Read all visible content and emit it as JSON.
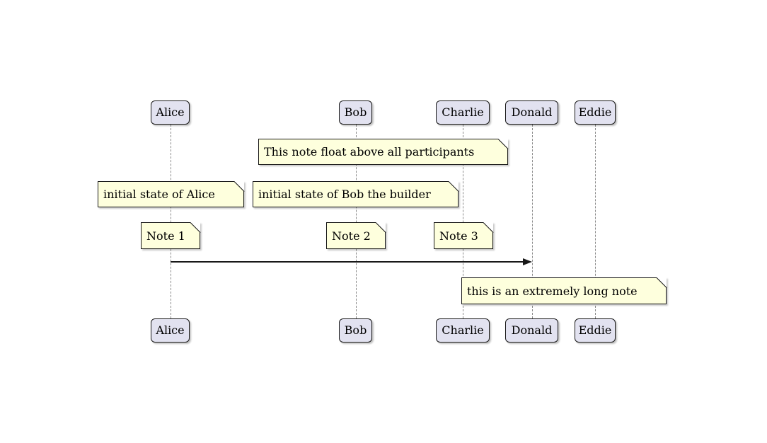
{
  "colors": {
    "background": "#FFFFFF",
    "participant_fill": "#E2E2F0",
    "participant_border": "#181818",
    "note_fill": "#FEFFDD",
    "note_border": "#181818",
    "lifeline": "#8A8A8A",
    "arrow": "#181818",
    "text": "#000000"
  },
  "participants": [
    {
      "name": "Alice"
    },
    {
      "name": "Bob"
    },
    {
      "name": "Charlie"
    },
    {
      "name": "Donald"
    },
    {
      "name": "Eddie"
    }
  ],
  "notes": [
    {
      "text": "This note float above all participants"
    },
    {
      "text": "initial state of Alice"
    },
    {
      "text": "initial state of Bob the builder"
    },
    {
      "text": "Note 1"
    },
    {
      "text": "Note 2"
    },
    {
      "text": "Note 3"
    },
    {
      "text": "this is an extremely long note"
    }
  ],
  "messages": [
    {
      "from": "Alice",
      "to": "Donald"
    }
  ]
}
